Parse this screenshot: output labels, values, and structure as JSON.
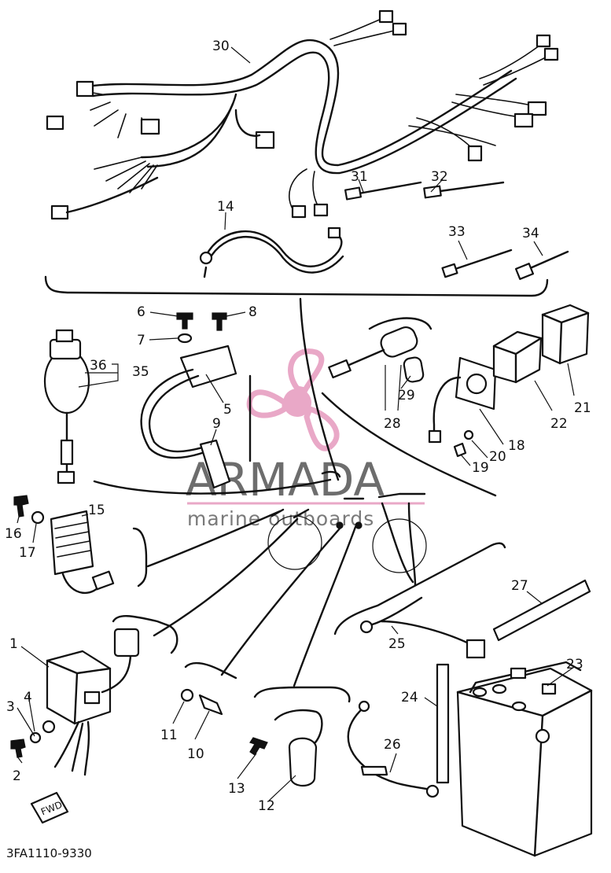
{
  "watermark": {
    "brand": "ARMADA",
    "tagline": "marine outboards",
    "accent_color": "#e9a8c7"
  },
  "diagram_code": "3FA1110-9330",
  "fwd_label": "FWD",
  "callouts": [
    {
      "id": "label-1",
      "text": "1"
    },
    {
      "id": "label-2",
      "text": "2"
    },
    {
      "id": "label-3",
      "text": "3"
    },
    {
      "id": "label-4",
      "text": "4"
    },
    {
      "id": "label-5",
      "text": "5"
    },
    {
      "id": "label-6",
      "text": "6"
    },
    {
      "id": "label-7",
      "text": "7"
    },
    {
      "id": "label-8",
      "text": "8"
    },
    {
      "id": "label-9",
      "text": "9"
    },
    {
      "id": "label-10",
      "text": "10"
    },
    {
      "id": "label-11",
      "text": "11"
    },
    {
      "id": "label-12",
      "text": "12"
    },
    {
      "id": "label-13",
      "text": "13"
    },
    {
      "id": "label-14",
      "text": "14"
    },
    {
      "id": "label-15",
      "text": "15"
    },
    {
      "id": "label-16",
      "text": "16"
    },
    {
      "id": "label-17",
      "text": "17"
    },
    {
      "id": "label-18",
      "text": "18"
    },
    {
      "id": "label-19",
      "text": "19"
    },
    {
      "id": "label-20",
      "text": "20"
    },
    {
      "id": "label-21",
      "text": "21"
    },
    {
      "id": "label-22",
      "text": "22"
    },
    {
      "id": "label-23",
      "text": "23"
    },
    {
      "id": "label-24",
      "text": "24"
    },
    {
      "id": "label-25",
      "text": "25"
    },
    {
      "id": "label-26",
      "text": "26"
    },
    {
      "id": "label-27",
      "text": "27"
    },
    {
      "id": "label-28",
      "text": "28"
    },
    {
      "id": "label-29",
      "text": "29"
    },
    {
      "id": "label-30",
      "text": "30"
    },
    {
      "id": "label-31",
      "text": "31"
    },
    {
      "id": "label-32",
      "text": "32"
    },
    {
      "id": "label-33",
      "text": "33"
    },
    {
      "id": "label-34",
      "text": "34"
    },
    {
      "id": "label-35",
      "text": "35"
    },
    {
      "id": "label-36",
      "text": "36"
    }
  ]
}
